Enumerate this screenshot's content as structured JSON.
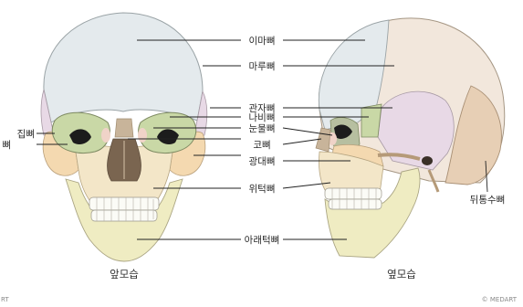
{
  "captions": {
    "front": "앞모습",
    "side": "옆모습"
  },
  "credit": "© MEDART",
  "edge_text": {
    "bottom_left": "RT"
  },
  "labels": {
    "frontal": "이마뼈",
    "parietal": "마루뼈",
    "temporal": "관자뼈",
    "sphenoid": "나비뼈",
    "lacrimal": "눈물뼈",
    "nasal": "코뼈",
    "zygomatic": "광대뼈",
    "maxilla": "위턱뼈",
    "mandible": "아래턱뼈",
    "occipital": "뒤통수뼈",
    "left_partial_1": "집뼈",
    "left_partial_2": "뼈"
  },
  "colors": {
    "frontal": "#e4eaed",
    "parietal": "#f2e7dc",
    "temporal": "#e8d9e6",
    "sphenoid": "#c9d8a6",
    "lacrimal": "#f0d3c8",
    "nasal": "#c8b49a",
    "zygomatic": "#f4d9b0",
    "maxilla": "#f3e6c8",
    "mandible": "#efecc2",
    "occipital": "#e7cfb5",
    "teeth": "#fbfbf6",
    "orbit_dark": "#1c1c1c",
    "outline": "#8e8a82"
  }
}
